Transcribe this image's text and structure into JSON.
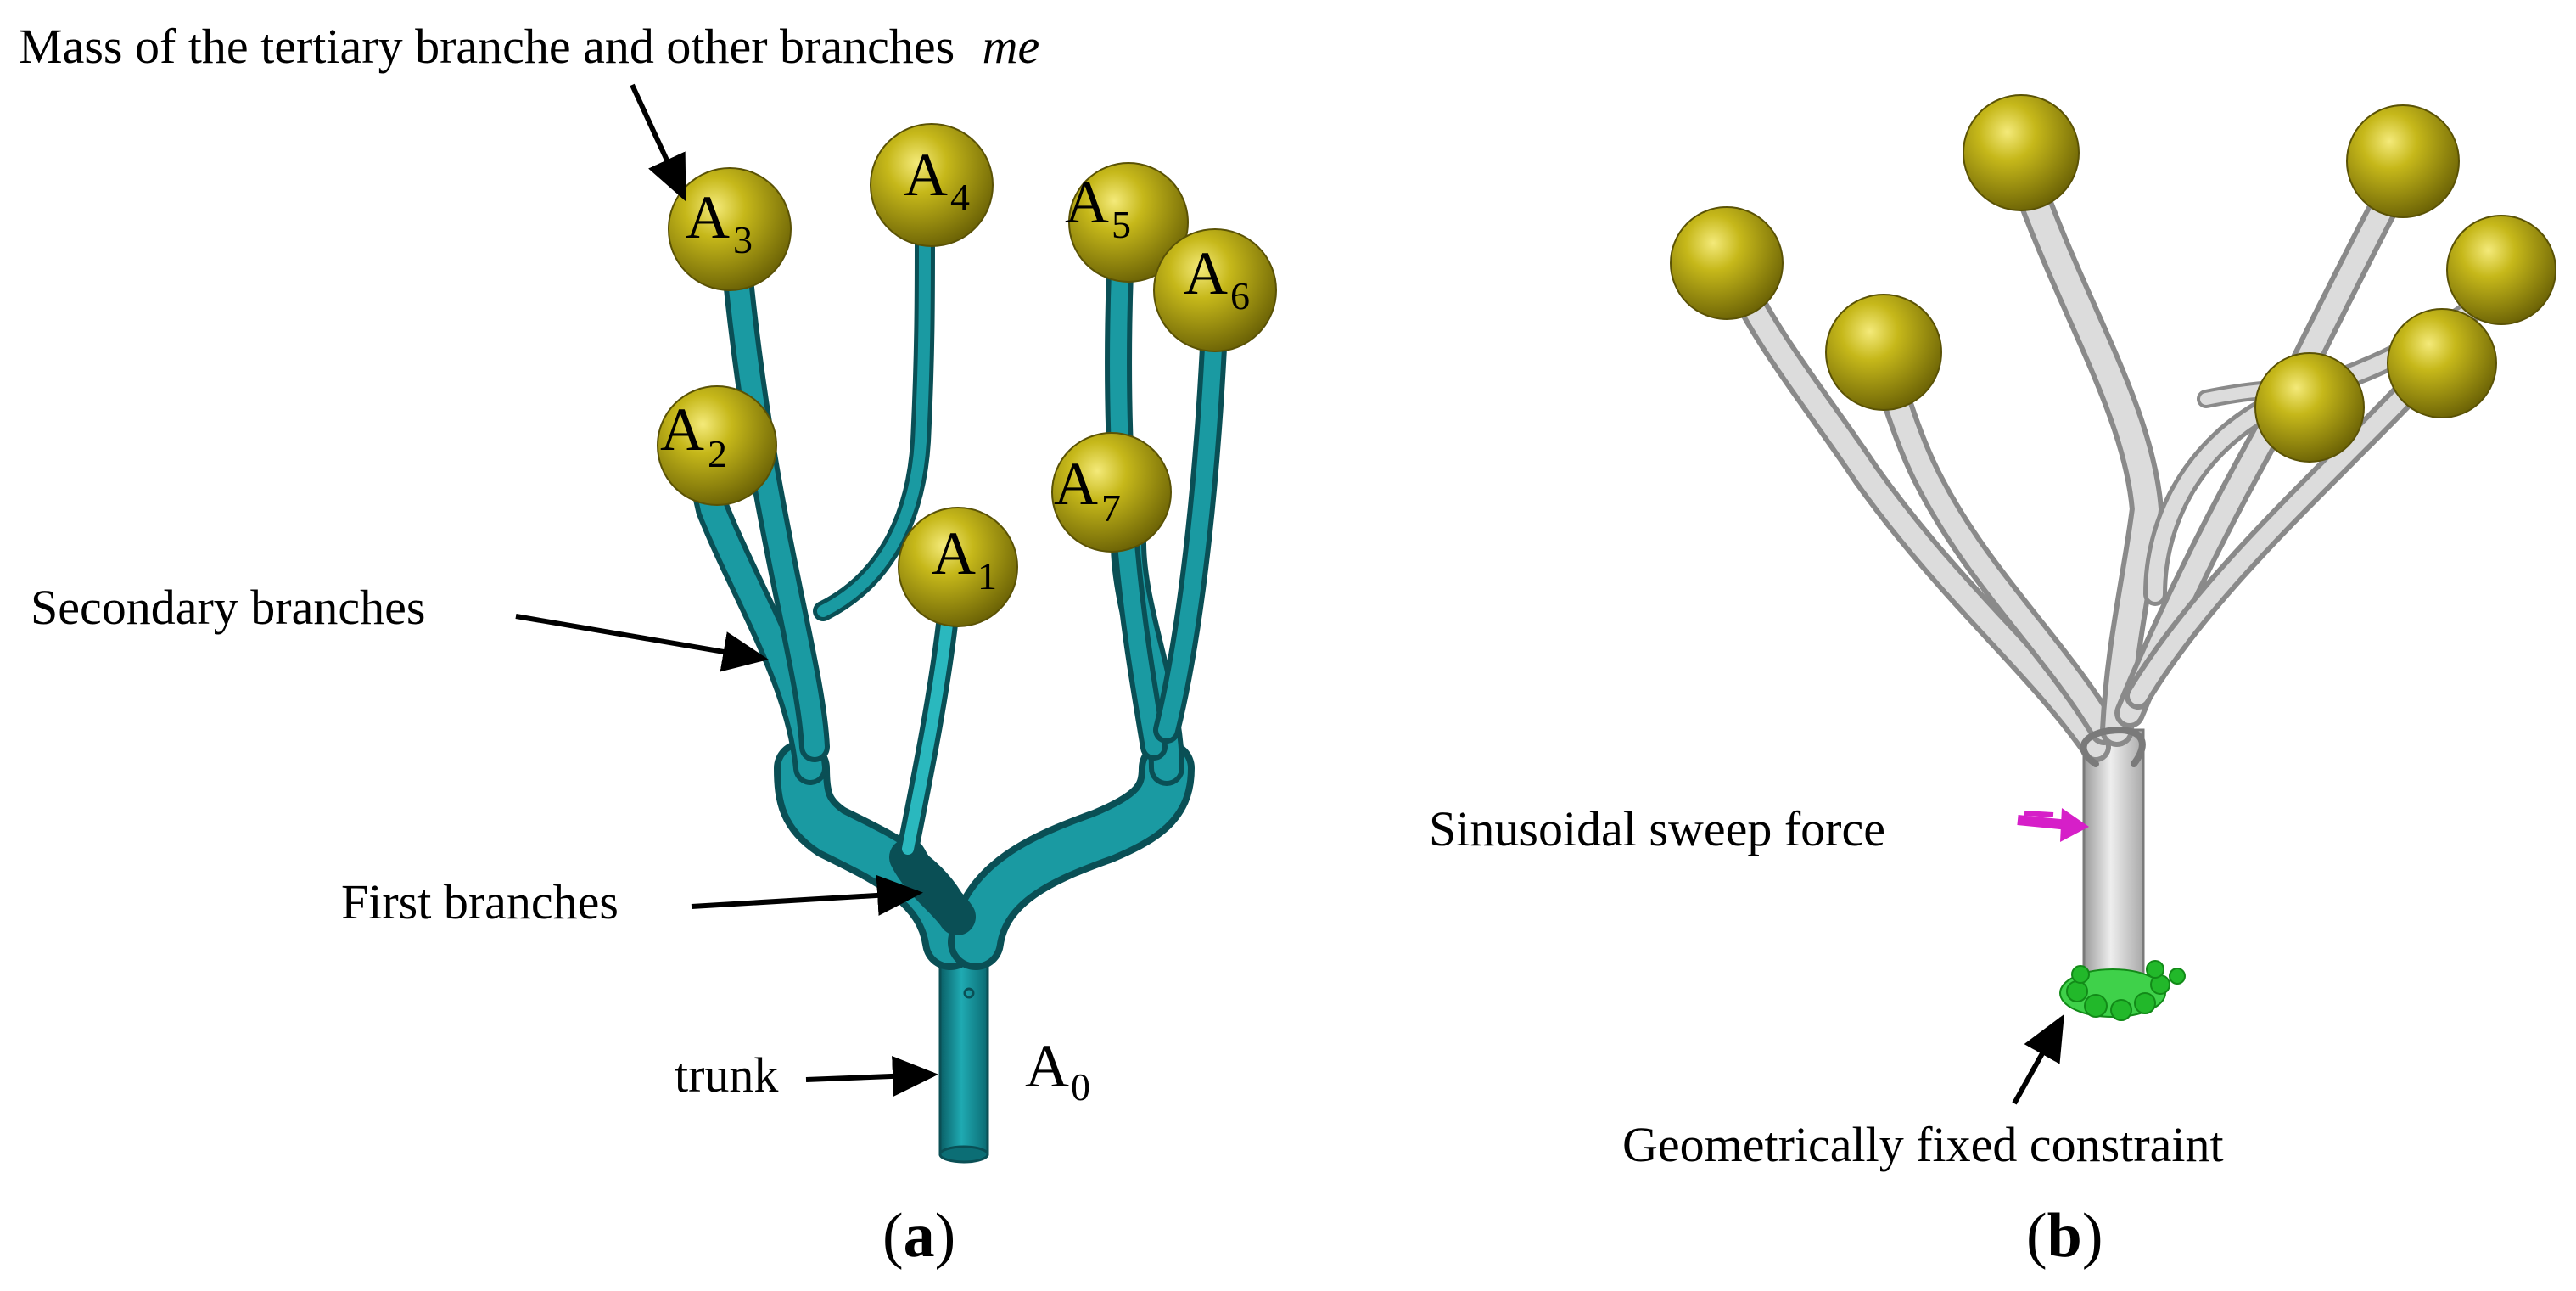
{
  "panel_a": {
    "caption_open": "(",
    "caption_letter": "a",
    "caption_close": ")",
    "labels": {
      "mass": "Mass of the tertiary branche and other branches",
      "mass_symbol": "me",
      "secondary": "Secondary branches",
      "first": "First branches",
      "trunk": "trunk",
      "a0": "A",
      "a0_sub": "0"
    },
    "nodes": [
      {
        "letter": "A",
        "sub": "1"
      },
      {
        "letter": "A",
        "sub": "2"
      },
      {
        "letter": "A",
        "sub": "3"
      },
      {
        "letter": "A",
        "sub": "4"
      },
      {
        "letter": "A",
        "sub": "5"
      },
      {
        "letter": "A",
        "sub": "6"
      },
      {
        "letter": "A",
        "sub": "7"
      }
    ]
  },
  "panel_b": {
    "caption_open": "(",
    "caption_letter": "b",
    "caption_close": ")",
    "labels": {
      "force": "Sinusoidal sweep force",
      "constraint": "Geometrically fixed constraint"
    }
  },
  "colors": {
    "branch_teal": "#0f7f86",
    "branch_teal_light": "#1faab2",
    "ball_olive": "#b5a812",
    "ball_dark": "#6d6406",
    "branch_gray": "#c9c9c9",
    "force_magenta": "#d61fc8",
    "constraint_green": "#22b82a"
  }
}
